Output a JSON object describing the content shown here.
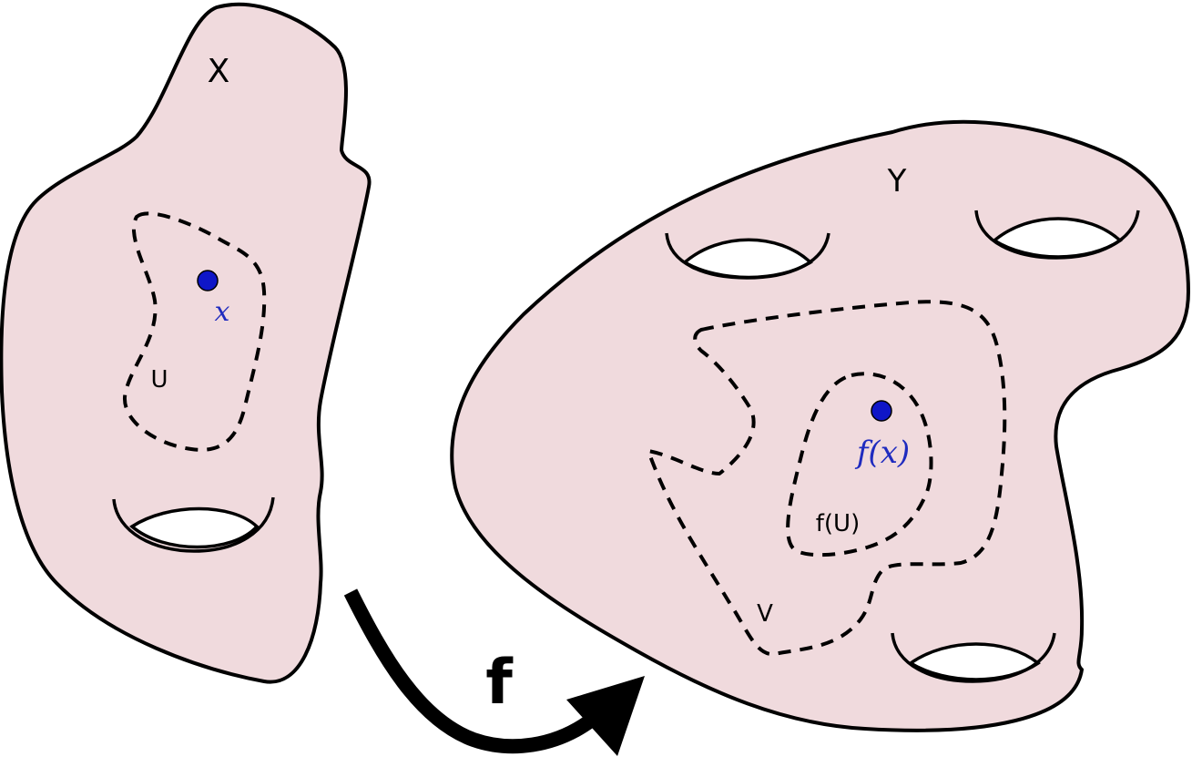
{
  "colors": {
    "surface_fill": "#f0dadd",
    "outline": "#000000",
    "point": "#0f16c8",
    "point_label": "#1f2bbf",
    "background": "#ffffff"
  },
  "space_x": {
    "label": "X",
    "open_set_label": "U",
    "point_label": "x",
    "holes": 1
  },
  "space_y": {
    "label": "Y",
    "image_set_label": "f(U)",
    "neighborhood_label": "V",
    "point_label": "f(x)",
    "holes": 3
  },
  "map": {
    "label": "f",
    "arrow_icon": "curved-arrow-icon"
  }
}
